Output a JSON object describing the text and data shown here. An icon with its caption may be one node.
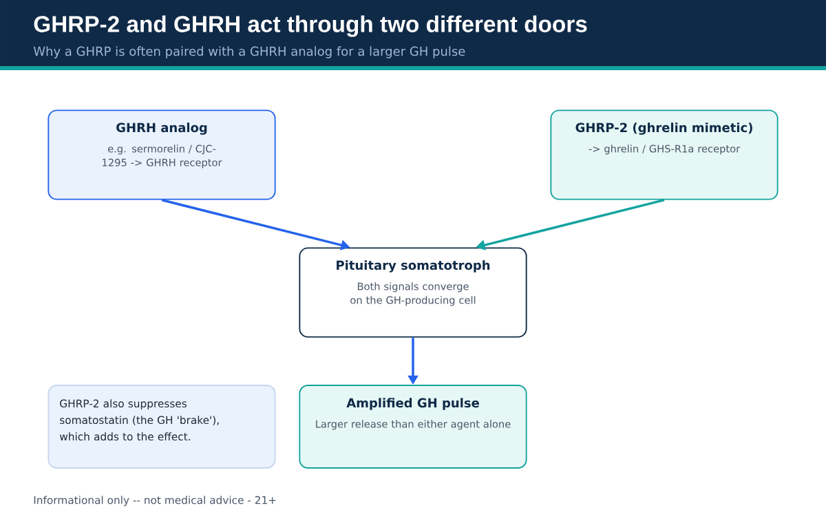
{
  "diagram": {
    "title": "GHRP-2 and GHRH act through two different doors",
    "caption": "Why a GHRP is often paired with a GHRH analog for a larger GH pulse",
    "nodes": [
      {
        "text": [
          "GHRH analog",
          "e.g. sermorelin / CJC-1295 -> GHRH receptor"
        ]
      },
      {
        "text": [
          "GHRP-2 (ghrelin mimetic)",
          "-> ghrelin / GHS-R1a receptor"
        ]
      },
      {
        "text": [
          "Pituitary somatotroph",
          "Both signals converge on the GH-producing cell"
        ]
      },
      {
        "text": [
          "Amplified GH pulse",
          "Larger release than either agent alone"
        ]
      },
      {
        "text": [
          "GHRP-2 also suppresses somatostatin (the GH 'brake'), which adds to the effect."
        ]
      }
    ],
    "edges": [
      {
        "from": 0,
        "to": 2,
        "arrow": "to"
      },
      {
        "from": 1,
        "to": 2,
        "arrow": "to",
        "color": "#14a3a0"
      },
      {
        "from": 2,
        "to": 3,
        "arrow": "to"
      }
    ],
    "labels": [
      "Informational only -- not medical advice - 21+"
    ]
  }
}
